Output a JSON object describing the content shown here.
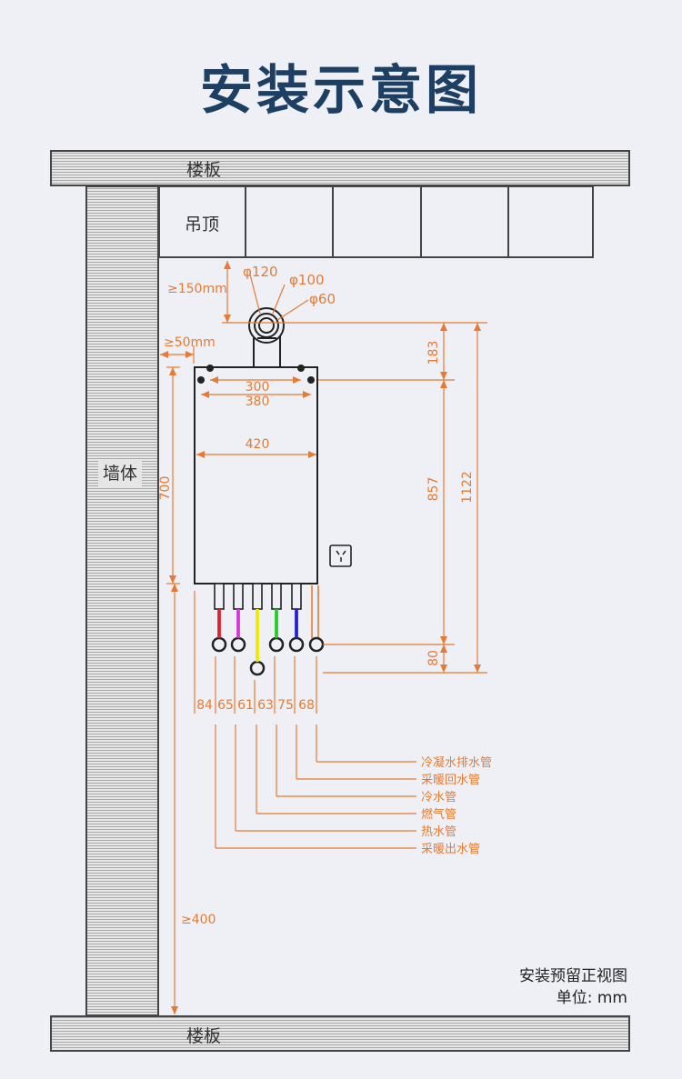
{
  "title": "安装示意图",
  "labels": {
    "floor_top": "楼板",
    "floor_bottom": "楼板",
    "ceiling": "吊顶",
    "wall": "墙体"
  },
  "dimensions": {
    "top_clearance": "≥150mm",
    "wall_gap": "≥50mm",
    "phi120": "φ120",
    "phi100": "φ100",
    "phi60": "φ60",
    "w300": "300",
    "w380": "380",
    "w420": "420",
    "h700": "700",
    "h183": "183",
    "h857": "857",
    "h1122": "1122",
    "h80": "80",
    "bottom_clearance": "≥400"
  },
  "pipe_spacings": [
    "84",
    "65",
    "61",
    "63",
    "75",
    "68"
  ],
  "pipe_legend": [
    "冷凝水排水管",
    "采暖回水管",
    "冷水管",
    "燃气管",
    "热水管",
    "采暖出水管"
  ],
  "footer": {
    "view_name": "安装预留正视图",
    "unit": "单位: mm"
  },
  "colors": {
    "title": "#1d3f63",
    "dimension": "#e87a33",
    "heating_out": "#e0202a",
    "hot_water": "#d834d8",
    "gas": "#f0e800",
    "cold_water": "#22cc22",
    "heating_return": "#2020d0",
    "condensate": "#e87a33"
  }
}
